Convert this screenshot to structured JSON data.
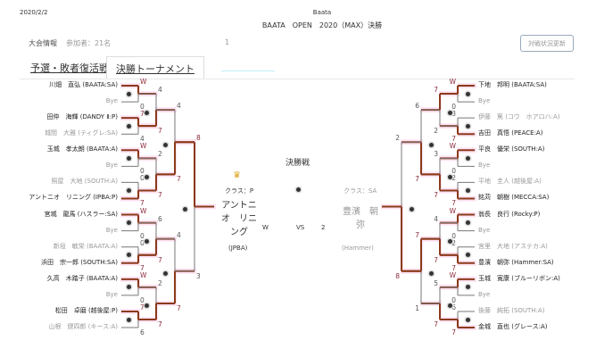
{
  "header": {
    "date": "2020/2/2",
    "organizer": "Baata",
    "title": "BAATA　OPEN　2020（MAX）決勝"
  },
  "info": {
    "label": "大会情報",
    "participants": "参加者：21名",
    "page": "1",
    "refresh_button": "対戦状況更新"
  },
  "tabs": [
    {
      "label": "予選・敗者復活戦",
      "active": false
    },
    {
      "label": "決勝トーナメント",
      "active": true
    }
  ],
  "colors": {
    "winner_line": "#8b3a1a",
    "loser_line": "#777777",
    "highlight": "#fde3f3"
  },
  "left": {
    "players": [
      "川畑　直弘 (BAATA:SA)",
      "Bye",
      "田仲　海輝 (DANDY Ⅱ:P)",
      "城間　大雅 (ティグレ:SA)",
      "玉城　孝太朗 (BAATA:A)",
      "Bye",
      "照屋　大地 (SOUTH:A)",
      "アントニオ　リニング (IPBA:P)",
      "宮城　龍馬 (ハスラー:SA)",
      "Bye",
      "新垣　敏栄 (BAATA:A)",
      "浜田　宗一郎 (SOUTH:SA)",
      "久高　木踏子 (BAATA:A)",
      "Bye",
      "松田　卓磨 (越後屋:P)",
      "山根　健四郎 (キース:A)"
    ],
    "rounds": [
      [
        {
          "scores": [
            "W",
            "0"
          ],
          "winner": 0
        },
        {
          "scores": [
            "7",
            "4"
          ],
          "winner": 0
        },
        {
          "scores": [
            "W",
            "0"
          ],
          "winner": 0
        },
        {
          "scores": [
            "0",
            "7"
          ],
          "winner": 1
        },
        {
          "scores": [
            "W",
            "0"
          ],
          "winner": 0
        },
        {
          "scores": [
            "0",
            "7"
          ],
          "winner": 1
        },
        {
          "scores": [
            "W",
            "0"
          ],
          "winner": 0
        },
        {
          "scores": [
            "7",
            "6"
          ],
          "winner": 0
        }
      ],
      [
        {
          "scores": [
            "4",
            "7"
          ],
          "winner": 1
        },
        {
          "scores": [
            "2",
            "7"
          ],
          "winner": 1
        },
        {
          "scores": [
            "6",
            "7"
          ],
          "winner": 1
        },
        {
          "scores": [
            "2",
            "7"
          ],
          "winner": 1
        }
      ],
      [
        {
          "scores": [
            "4",
            "7"
          ],
          "winner": 1
        },
        {
          "scores": [
            "4",
            "7"
          ],
          "winner": 1
        }
      ],
      [
        {
          "scores": [
            "8",
            "3"
          ],
          "winner": 0
        }
      ]
    ]
  },
  "right": {
    "players": [
      "下地　邦明 (BAATA:SA)",
      "Bye",
      "伊藤　篤 (コウ　ホアロハ:A)",
      "吉田　真悟 (PEACE:A)",
      "平良　優栄 (SOUTH:A)",
      "Bye",
      "平地　圭人 (越後屋:A)",
      "銘苅　朝樹 (MECCA:SA)",
      "翁長　良行 (Rocky:P)",
      "Bye",
      "宮里　大地 (アステカ:A)",
      "豊濱　朝弥 (Hammer:SA)",
      "玉城　寛康 (ブルーリボン:A)",
      "Bye",
      "後藤　純拓 (SOUTH:A)",
      "金城　直也 (グレース:A)"
    ],
    "rounds": [
      [
        {
          "scores": [
            "W",
            "0"
          ],
          "winner": 0
        },
        {
          "scores": [
            "3",
            "7"
          ],
          "winner": 1
        },
        {
          "scores": [
            "W",
            "0"
          ],
          "winner": 0
        },
        {
          "scores": [
            "2",
            "7"
          ],
          "winner": 1
        },
        {
          "scores": [
            "W",
            "0"
          ],
          "winner": 0
        },
        {
          "scores": [
            "2",
            "7"
          ],
          "winner": 1
        },
        {
          "scores": [
            "W",
            "0"
          ],
          "winner": 0
        },
        {
          "scores": [
            "6",
            "7"
          ],
          "winner": 1
        }
      ],
      [
        {
          "scores": [
            "7",
            "2"
          ],
          "winner": 0
        },
        {
          "scores": [
            "3",
            "7"
          ],
          "winner": 1
        },
        {
          "scores": [
            "4",
            "7"
          ],
          "winner": 1
        },
        {
          "scores": [
            "5",
            "7"
          ],
          "winner": 1
        }
      ],
      [
        {
          "scores": [
            "6",
            "7"
          ],
          "winner": 1
        },
        {
          "scores": [
            "7",
            "1"
          ],
          "winner": 0
        }
      ],
      [
        {
          "scores": [
            "2",
            "8"
          ],
          "winner": 1
        }
      ]
    ]
  },
  "final": {
    "title": "決勝戦",
    "left": {
      "class": "クラス：P",
      "name": "アントニオ　リニング",
      "team": "(JPBA)",
      "score": "W"
    },
    "vs": "VS",
    "right": {
      "class": "クラス：SA",
      "name": "豊濱　朝弥",
      "team": "(Hammer)",
      "score": "2"
    },
    "crown_icon": "crown-icon"
  }
}
